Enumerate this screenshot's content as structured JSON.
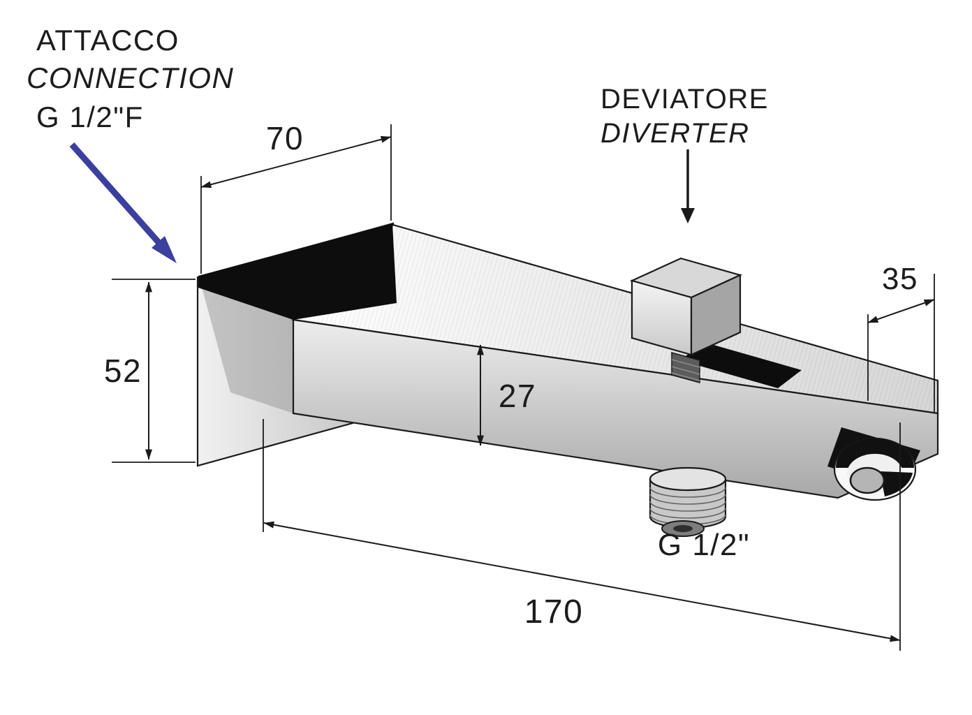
{
  "connection_label": {
    "line1": "ATTACCO",
    "line2": "CONNECTION",
    "line3": "G 1/2\"F"
  },
  "diverter_label": {
    "line1": "DEVIATORE",
    "line2": "DIVERTER"
  },
  "outlet_label": "G 1/2\"",
  "dimensions": {
    "plate_width_mm": "70",
    "plate_height_mm": "52",
    "spout_section_mm": "27",
    "spout_end_mm": "35",
    "spout_length_mm": "170"
  },
  "colors": {
    "callout_arrow": "#3b3f9e",
    "line": "#1a1a1a"
  }
}
